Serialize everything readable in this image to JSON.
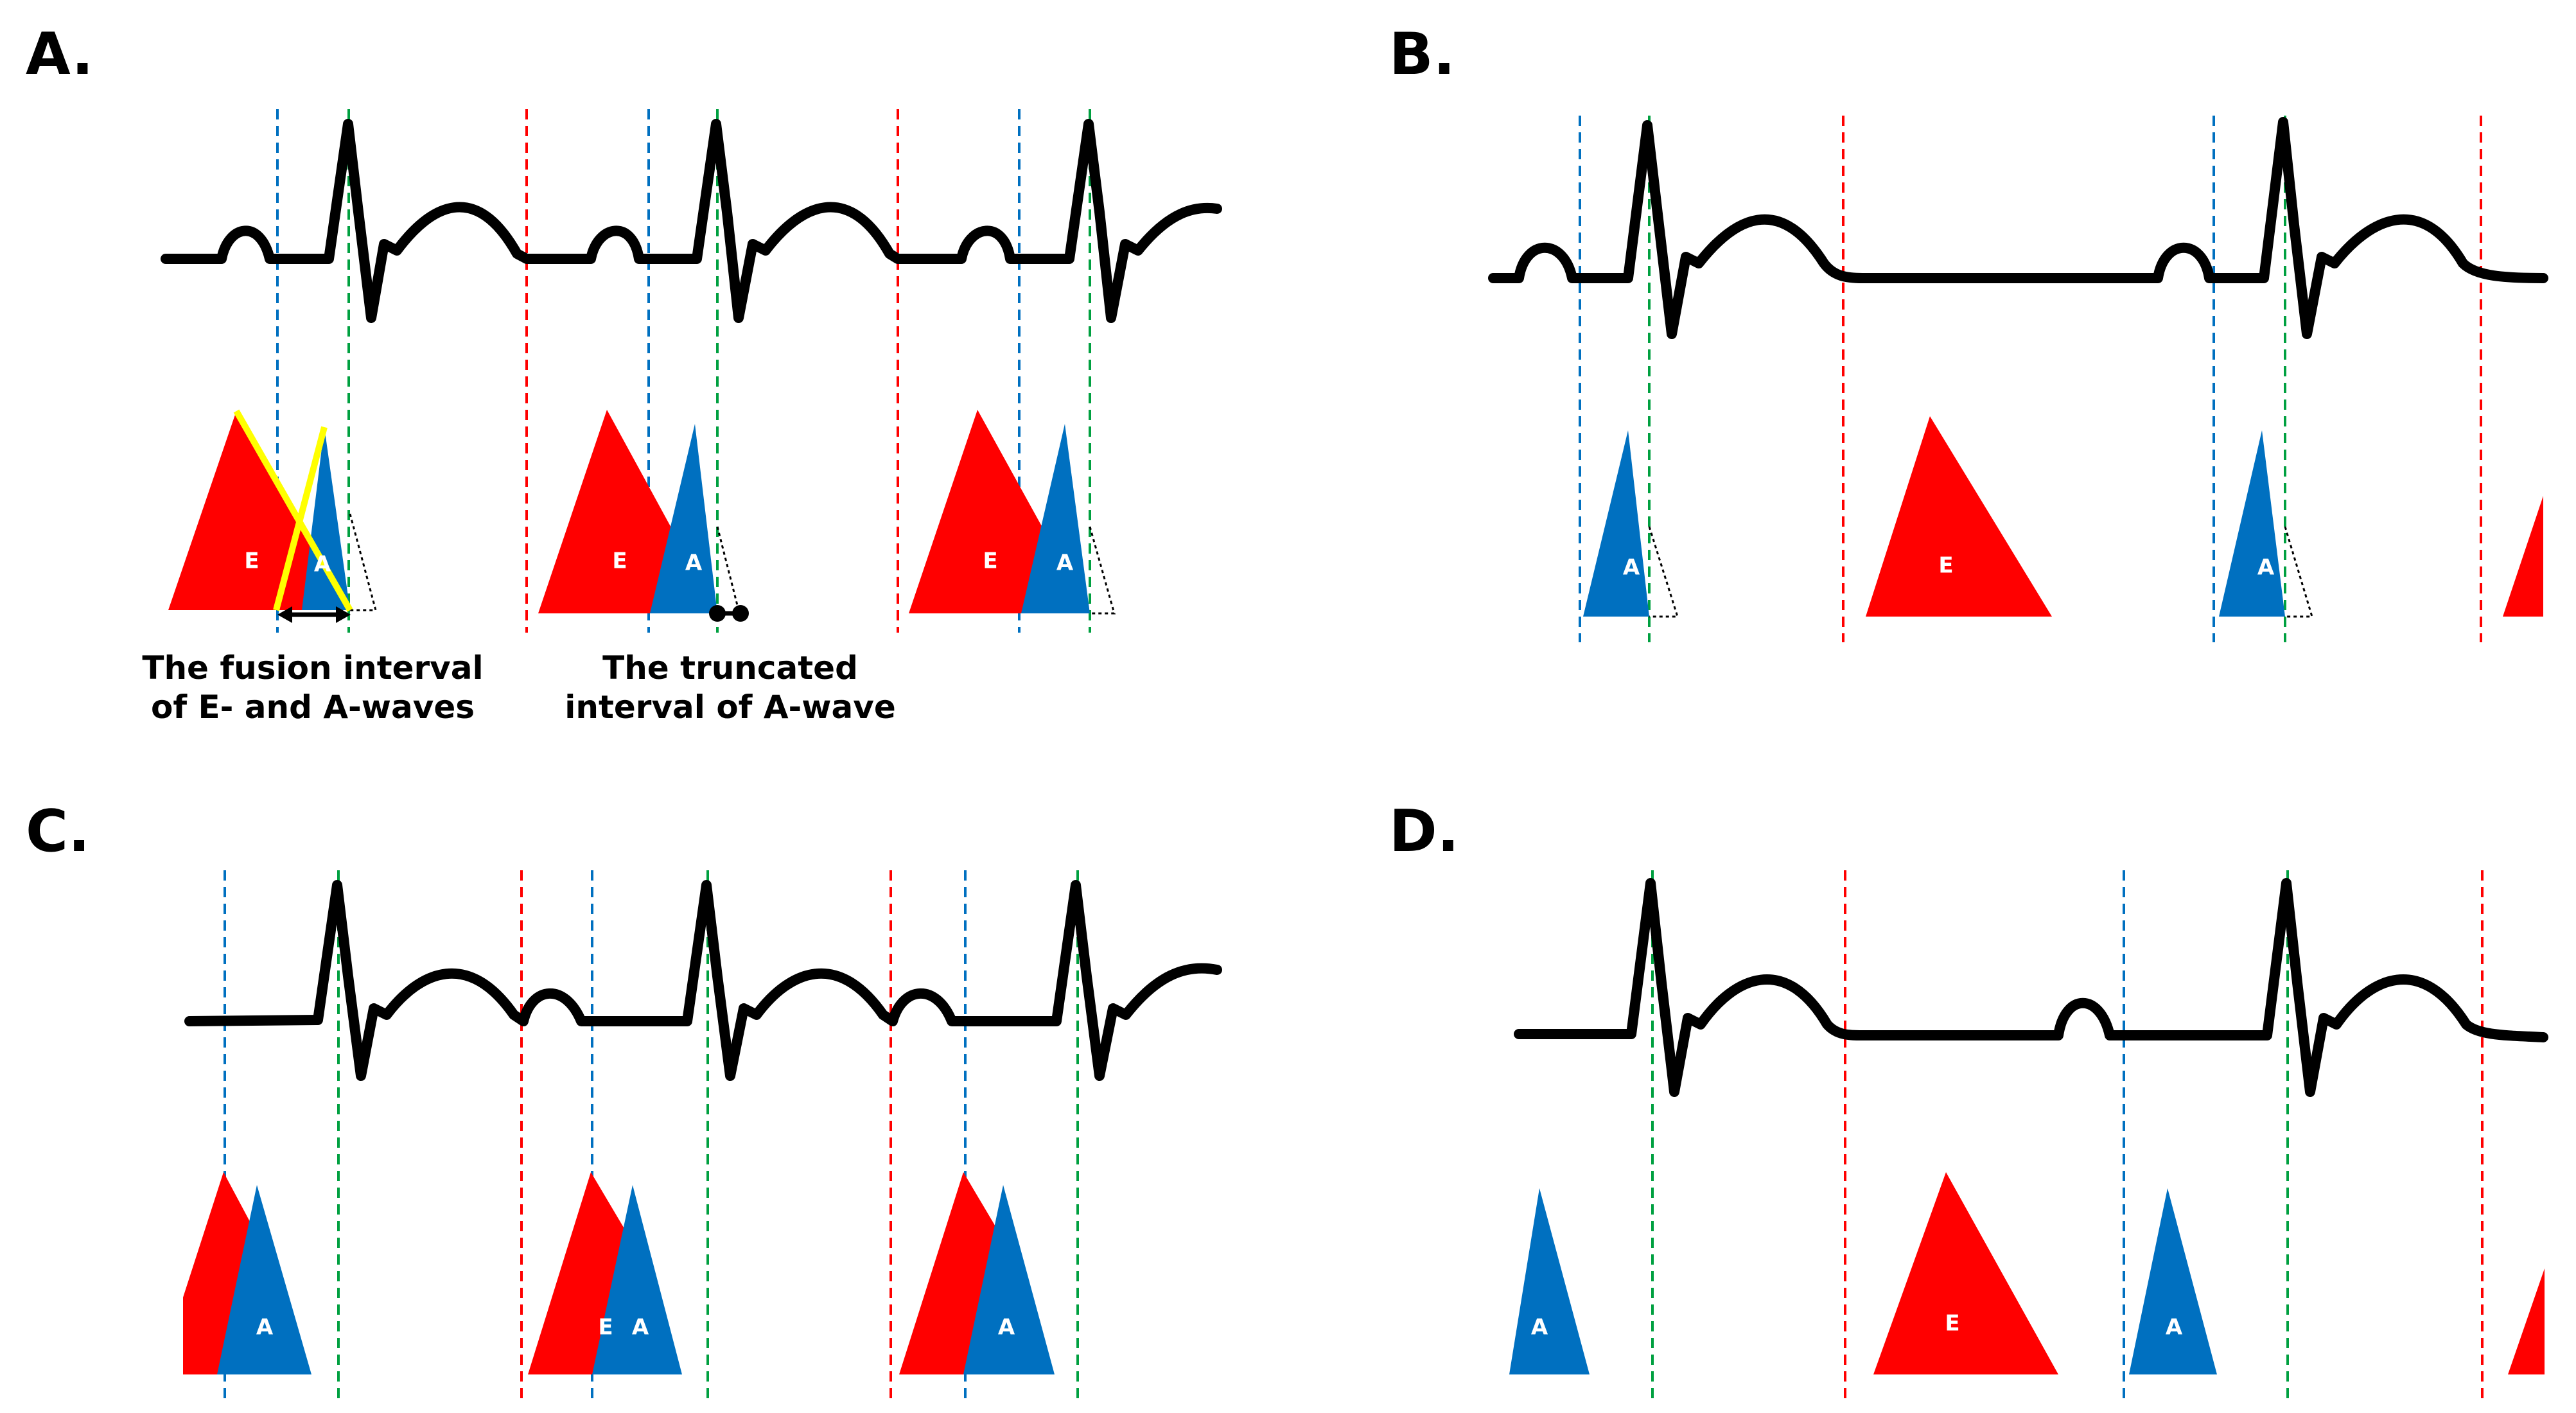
{
  "colors": {
    "e_wave": "#ff0000",
    "a_wave": "#0070c0",
    "fusion_outline": "#ffff00",
    "blue_line": "#0070c0",
    "green_line": "#00a040",
    "red_line": "#ff0000",
    "ecg": "#000000"
  },
  "panels": {
    "a": {
      "label": "A."
    },
    "b": {
      "label": "B."
    },
    "c": {
      "label": "C."
    },
    "d": {
      "label": "D."
    }
  },
  "wave_labels": {
    "e": "E",
    "a": "A"
  },
  "annotations": {
    "fusion_line1": "The fusion interval",
    "fusion_line2": "of E- and A-waves",
    "truncated_line1": "The truncated",
    "truncated_line2": "interval of A-wave"
  },
  "icons": {
    "fusion_interval": "double-arrow-icon",
    "truncated_interval": "dumbbell-marker-icon"
  }
}
